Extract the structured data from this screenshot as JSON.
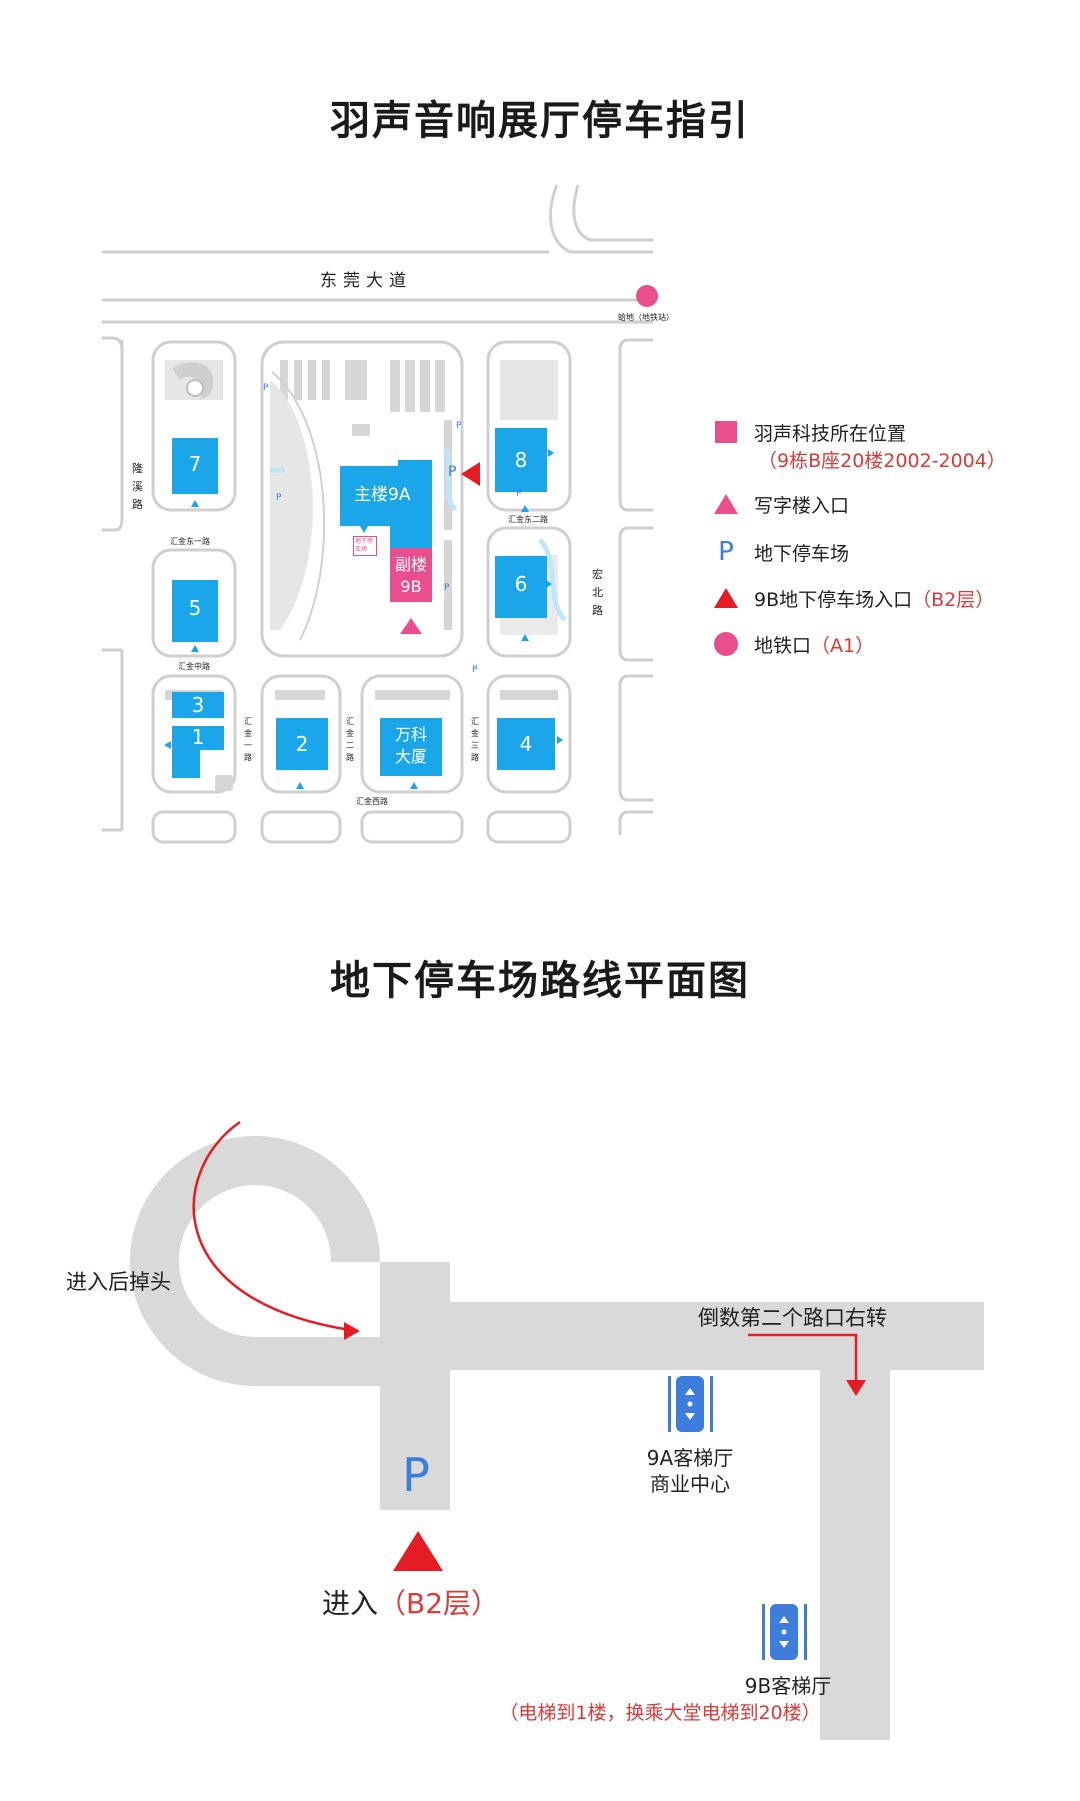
{
  "title_top": "羽声音响展厅停车指引",
  "title_bottom": "地下停车场路线平面图",
  "map": {
    "road_main": "东莞大道",
    "metro_station": "蛤地（地铁站）",
    "road_longxi": "隆溪路",
    "road_hongbei": "宏北路",
    "road_huijin_east1": "汇金东一路",
    "road_huijin_east2": "汇金东二路",
    "road_huijin_mid": "汇金中路",
    "road_huijin_1": "汇金一路",
    "road_huijin_2": "汇金二路",
    "road_huijin_3": "汇金三路",
    "road_huijin_west": "汇金西路",
    "building_main": "主楼9A",
    "building_sub_line1": "副楼",
    "building_sub_line2": "9B",
    "building_7": "7",
    "building_8": "8",
    "building_5": "5",
    "building_6": "6",
    "building_3": "3",
    "building_1": "1",
    "building_2": "2",
    "building_4": "4",
    "building_vanke_line1": "万科",
    "building_vanke_line2": "大厦",
    "small_label_9": "地下停车场",
    "parking_symbol": "P"
  },
  "legend": {
    "company_location": "羽声科技所在位置",
    "company_address": "（9栋B座20楼2002-2004）",
    "office_entrance": "写字楼入口",
    "underground_parking": "地下停车场",
    "parking_entrance_prefix": "9B地下停车场入口",
    "parking_entrance_level": "（B2层）",
    "metro_exit_prefix": "地铁口",
    "metro_exit_code": "（A1）"
  },
  "route": {
    "u_turn": "进入后掉头",
    "turn_right": "倒数第二个路口右转",
    "lift_9a_line1": "9A客梯厅",
    "lift_9a_line2": "商业中心",
    "parking_symbol": "P",
    "enter_prefix": "进入",
    "enter_level": "（B2层）",
    "lift_9b": "9B客梯厅",
    "lift_9b_note": "（电梯到1楼，换乘大堂电梯到20楼）"
  },
  "colors": {
    "building_blue": "#1aa6e8",
    "highlight_pink": "#e94e8f",
    "arrow_red": "#e51c24",
    "route_gray": "#d9d9d9",
    "lift_blue": "#3d7ddb"
  }
}
